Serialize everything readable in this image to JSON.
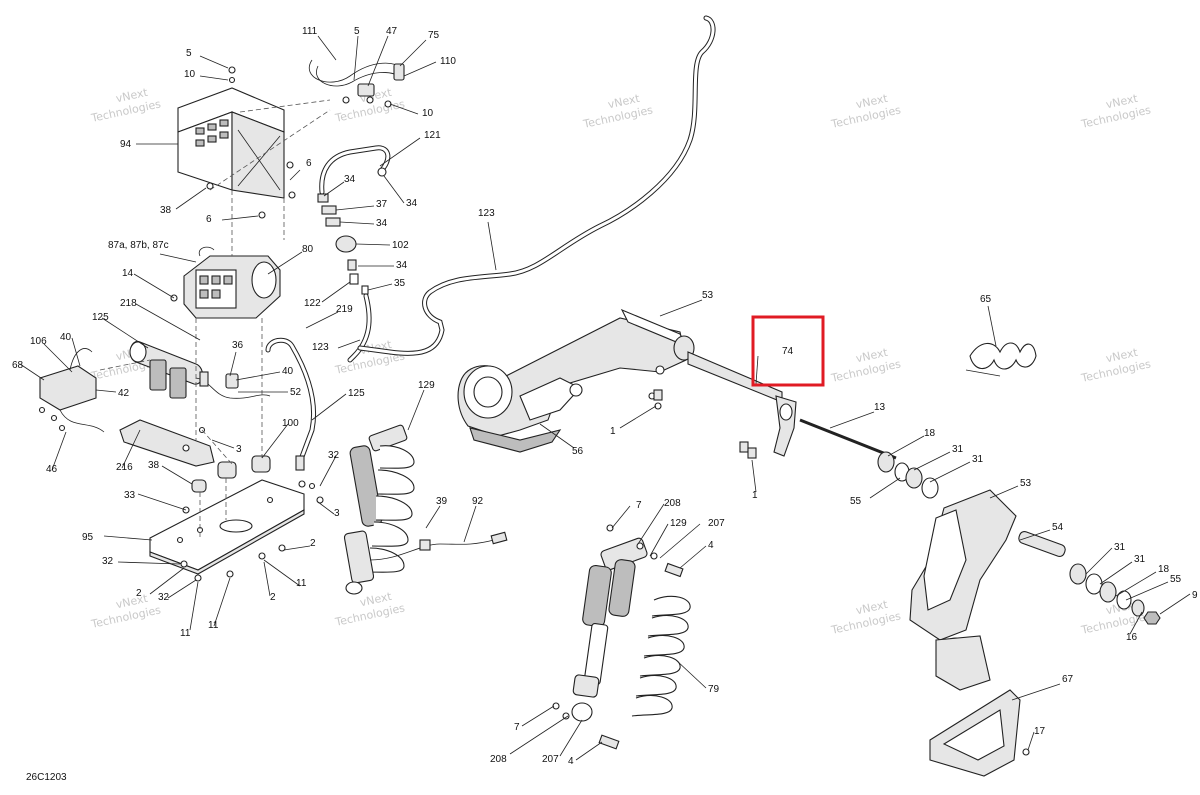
{
  "diagram": {
    "code": "26C1203",
    "watermark_line1": "vNext",
    "watermark_line2": "Technologies",
    "highlight_color": "#e01b24",
    "highlighted_part": "74",
    "callouts": [
      {
        "id": "c5a",
        "text": "5"
      },
      {
        "id": "c10a",
        "text": "10"
      },
      {
        "id": "c94",
        "text": "94"
      },
      {
        "id": "c38a",
        "text": "38"
      },
      {
        "id": "c6a",
        "text": "6"
      },
      {
        "id": "c6b",
        "text": "6"
      },
      {
        "id": "c111",
        "text": "111"
      },
      {
        "id": "c5b",
        "text": "5"
      },
      {
        "id": "c47",
        "text": "47"
      },
      {
        "id": "c75",
        "text": "75"
      },
      {
        "id": "c110",
        "text": "110"
      },
      {
        "id": "c10b",
        "text": "10"
      },
      {
        "id": "c121",
        "text": "121"
      },
      {
        "id": "c34a",
        "text": "34"
      },
      {
        "id": "c34b",
        "text": "34"
      },
      {
        "id": "c37",
        "text": "37"
      },
      {
        "id": "c34c",
        "text": "34"
      },
      {
        "id": "c102",
        "text": "102"
      },
      {
        "id": "c34d",
        "text": "34"
      },
      {
        "id": "c35",
        "text": "35"
      },
      {
        "id": "c122",
        "text": "122"
      },
      {
        "id": "c219",
        "text": "219"
      },
      {
        "id": "c123a",
        "text": "123"
      },
      {
        "id": "c123b",
        "text": "123"
      },
      {
        "id": "c87",
        "text": "87a, 87b, 87c"
      },
      {
        "id": "c80",
        "text": "80"
      },
      {
        "id": "c14",
        "text": "14"
      },
      {
        "id": "c218",
        "text": "218"
      },
      {
        "id": "c125a",
        "text": "125"
      },
      {
        "id": "c106",
        "text": "106"
      },
      {
        "id": "c40a",
        "text": "40"
      },
      {
        "id": "c68",
        "text": "68"
      },
      {
        "id": "c42",
        "text": "42"
      },
      {
        "id": "c36",
        "text": "36"
      },
      {
        "id": "c40b",
        "text": "40"
      },
      {
        "id": "c52",
        "text": "52"
      },
      {
        "id": "c125b",
        "text": "125"
      },
      {
        "id": "c3a",
        "text": "3"
      },
      {
        "id": "c100",
        "text": "100"
      },
      {
        "id": "c46",
        "text": "46"
      },
      {
        "id": "c216",
        "text": "216"
      },
      {
        "id": "c38b",
        "text": "38"
      },
      {
        "id": "c33",
        "text": "33"
      },
      {
        "id": "c32a",
        "text": "32"
      },
      {
        "id": "c3b",
        "text": "3"
      },
      {
        "id": "c95",
        "text": "95"
      },
      {
        "id": "c2a",
        "text": "2"
      },
      {
        "id": "c32b",
        "text": "32"
      },
      {
        "id": "c11a",
        "text": "11"
      },
      {
        "id": "c2b",
        "text": "2"
      },
      {
        "id": "c32c",
        "text": "32"
      },
      {
        "id": "c2c",
        "text": "2"
      },
      {
        "id": "c11b",
        "text": "11"
      },
      {
        "id": "c11c",
        "text": "11"
      },
      {
        "id": "c129a",
        "text": "129"
      },
      {
        "id": "c39",
        "text": "39"
      },
      {
        "id": "c92",
        "text": "92"
      },
      {
        "id": "c56",
        "text": "56"
      },
      {
        "id": "c53a",
        "text": "53"
      },
      {
        "id": "c74",
        "text": "74"
      },
      {
        "id": "c1a",
        "text": "1"
      },
      {
        "id": "c1b",
        "text": "1"
      },
      {
        "id": "c13",
        "text": "13"
      },
      {
        "id": "c18a",
        "text": "18"
      },
      {
        "id": "c31a",
        "text": "31"
      },
      {
        "id": "c31b",
        "text": "31"
      },
      {
        "id": "c55a",
        "text": "55"
      },
      {
        "id": "c53b",
        "text": "53"
      },
      {
        "id": "c54",
        "text": "54"
      },
      {
        "id": "c31c",
        "text": "31"
      },
      {
        "id": "c31d",
        "text": "31"
      },
      {
        "id": "c18b",
        "text": "18"
      },
      {
        "id": "c55b",
        "text": "55"
      },
      {
        "id": "c9",
        "text": "9"
      },
      {
        "id": "c16",
        "text": "16"
      },
      {
        "id": "c65",
        "text": "65"
      },
      {
        "id": "c67",
        "text": "67"
      },
      {
        "id": "c17",
        "text": "17"
      },
      {
        "id": "c7a",
        "text": "7"
      },
      {
        "id": "c208a",
        "text": "208"
      },
      {
        "id": "c129b",
        "text": "129"
      },
      {
        "id": "c207a",
        "text": "207"
      },
      {
        "id": "c4a",
        "text": "4"
      },
      {
        "id": "c79",
        "text": "79"
      },
      {
        "id": "c7b",
        "text": "7"
      },
      {
        "id": "c208b",
        "text": "208"
      },
      {
        "id": "c207b",
        "text": "207"
      },
      {
        "id": "c4b",
        "text": "4"
      }
    ]
  }
}
